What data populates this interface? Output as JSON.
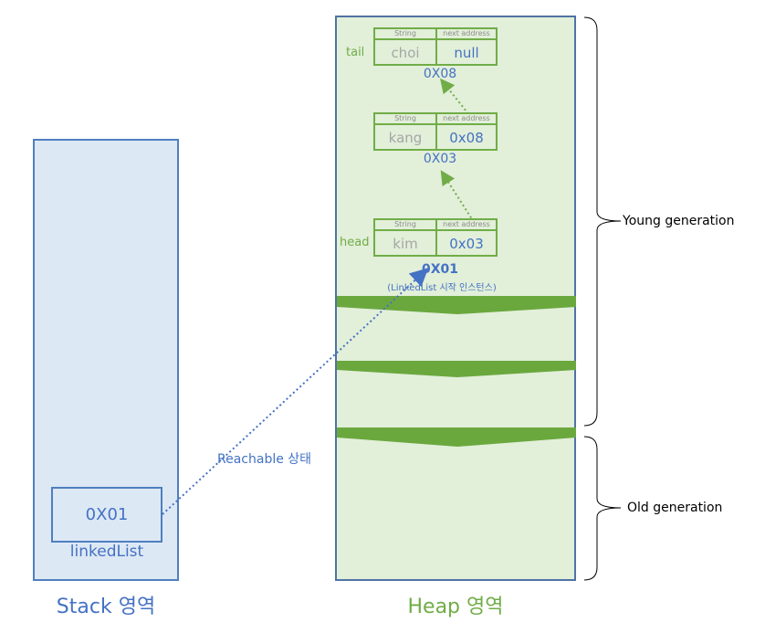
{
  "stack": {
    "area_label": "Stack 영역",
    "reference_value": "0X01",
    "variable_name": "linkedList"
  },
  "heap": {
    "area_label": "Heap 영역",
    "nodes": [
      {
        "label": "tail",
        "header_left": "String",
        "header_right": "next address",
        "value": "choi",
        "next": "null",
        "address": "0X08"
      },
      {
        "label": "",
        "header_left": "String",
        "header_right": "next address",
        "value": "kang",
        "next": "0x08",
        "address": "0X03"
      },
      {
        "label": "head",
        "header_left": "String",
        "header_right": "next address",
        "value": "kim",
        "next": "0x03",
        "address": "0X01",
        "note": "(LinkedList 시작 인스턴스)"
      }
    ]
  },
  "reference_label": "Reachable 상태",
  "generations": {
    "young": "Young generation",
    "old": "Old generation"
  },
  "colors": {
    "stack_fill": "#dde8f5",
    "stack_border": "#4f7fbf",
    "heap_fill": "#e2efd9",
    "node_green": "#70ad47",
    "blue_text": "#4472c4"
  }
}
